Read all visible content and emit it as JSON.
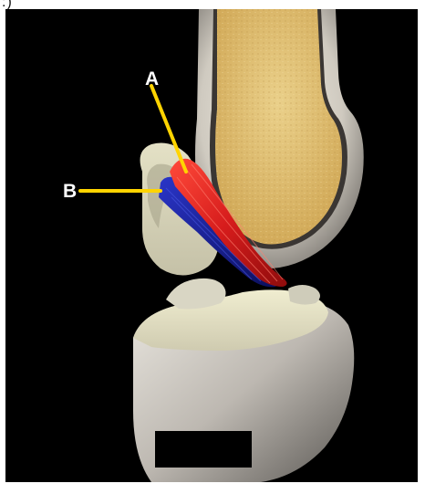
{
  "labels": {
    "a": "A",
    "b": "B"
  },
  "colors": {
    "background": "#000000",
    "pointer": "#ffd400",
    "ligament_a": "#d92020",
    "ligament_b": "#14198f",
    "bone_marrow": "#e0bb6e",
    "cartilage": "#e8e5c5"
  },
  "icons": {
    "pointer_a": "yellow-leader-line",
    "pointer_b": "yellow-leader-line"
  }
}
